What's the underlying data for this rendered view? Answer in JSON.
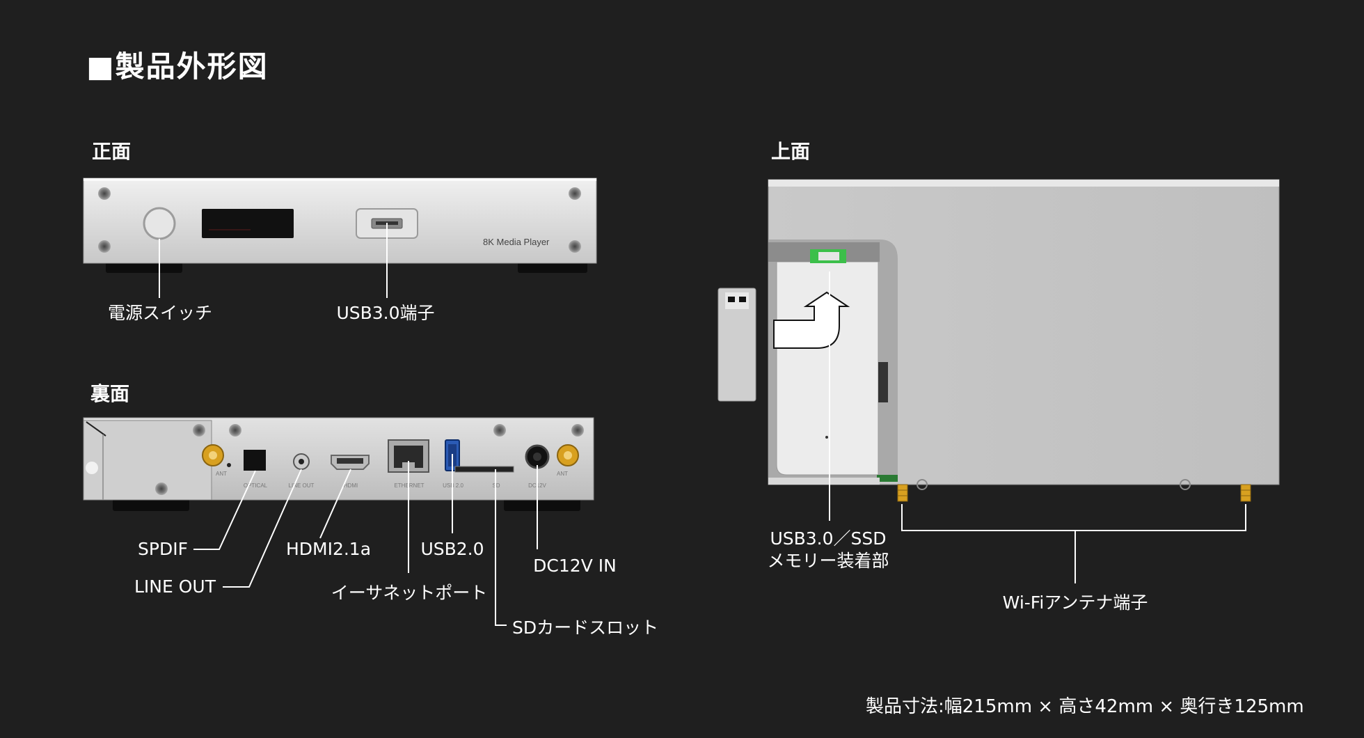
{
  "title": "■製品外形図",
  "sections": {
    "front": "正面",
    "rear": "裏面",
    "top": "上面"
  },
  "front": {
    "model_label": "8K Media Player",
    "callouts": {
      "power": "電源スイッチ",
      "usb30": "USB3.0端子"
    }
  },
  "rear": {
    "port_labels": {
      "ant_left": "ANT",
      "optical": "OPTICAL",
      "line_out": "LINE OUT",
      "hdmi": "HDMI",
      "ethernet": "ETHERNET",
      "usb20": "USB 2.0",
      "sd": "SD",
      "dc12v": "DC12V",
      "ant_right": "ANT"
    },
    "callouts": {
      "spdif": "SPDIF",
      "line_out": "LINE OUT",
      "hdmi": "HDMI2.1a",
      "usb20": "USB2.0",
      "dc12v": "DC12V IN",
      "ethernet": "イーサネットポート",
      "sd": "SDカードスロット"
    }
  },
  "top": {
    "callouts": {
      "usb_ssd_line1": "USB3.0／SSD",
      "usb_ssd_line2": "メモリー装着部",
      "wifi": "Wi-Fiアンテナ端子"
    }
  },
  "footer": {
    "dimensions": "製品寸法:幅215mm × 高さ42mm × 奥行き125mm"
  },
  "colors": {
    "background": "#1f1f1f",
    "chassis": "#d8d8d8",
    "display": "#111111",
    "antenna_gold": "#d8a020",
    "leader_line": "#ffffff",
    "memory_green": "#3cbf4a"
  }
}
